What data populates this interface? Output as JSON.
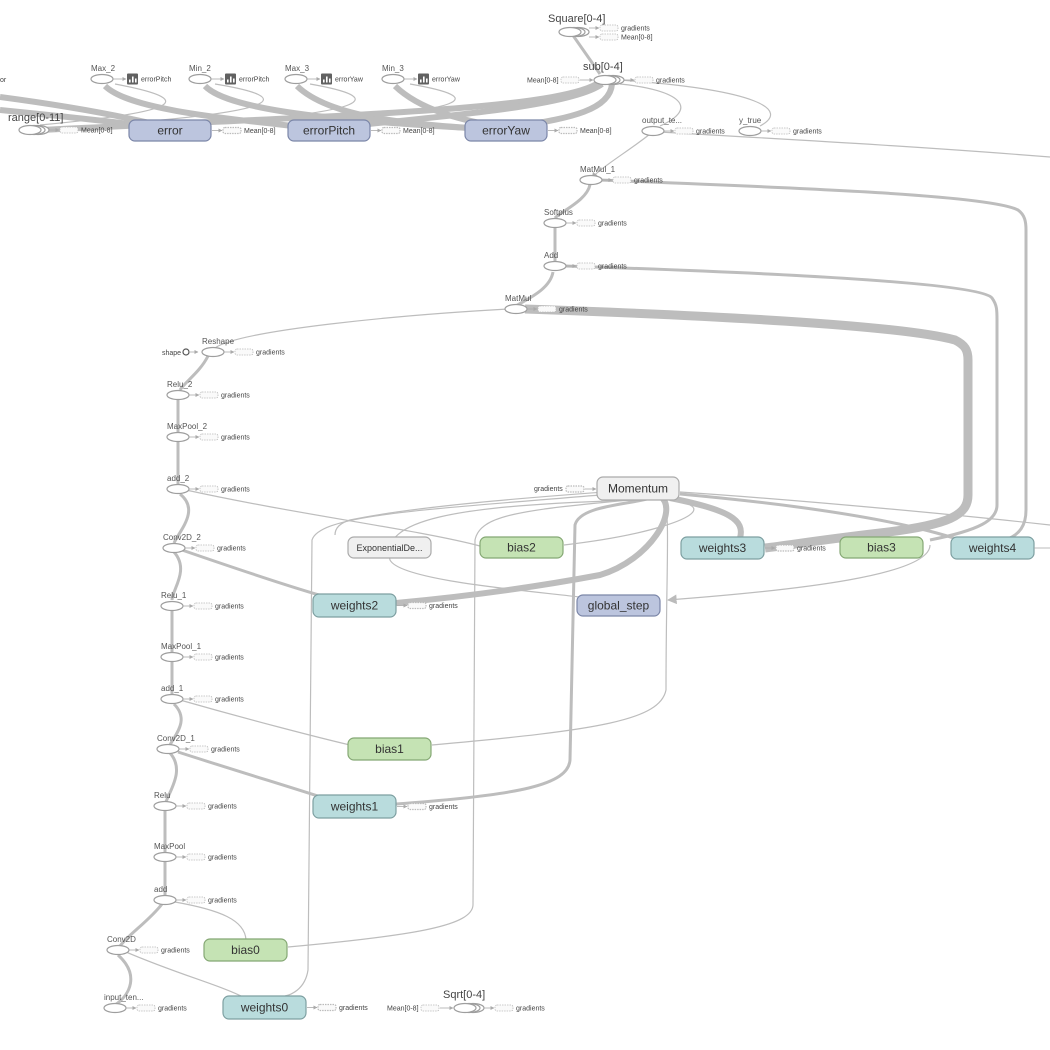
{
  "graph_title": "TensorBoard Graph",
  "colors": {
    "variable_fill": "#b9dcdd",
    "variable_stroke": "#7d9fa1",
    "bias_fill": "#c5e3b4",
    "bias_stroke": "#85a874",
    "scope_fill": "#bcc5de",
    "scope_stroke": "#7b86a8",
    "momentum_fill": "#f0f0f0",
    "momentum_stroke": "#aaaaaa",
    "edge": "#bdbdbd"
  },
  "meta_nodes": [
    {
      "id": "error",
      "label": "error",
      "kind": "scope"
    },
    {
      "id": "errorPitch",
      "label": "errorPitch",
      "kind": "scope"
    },
    {
      "id": "errorYaw",
      "label": "errorYaw",
      "kind": "scope"
    },
    {
      "id": "global_step",
      "label": "global_step",
      "kind": "scope"
    },
    {
      "id": "momentum",
      "label": "Momentum",
      "kind": "momentum"
    },
    {
      "id": "expdecay",
      "label": "ExponentialDe...",
      "kind": "momentum"
    },
    {
      "id": "bias0",
      "label": "bias0",
      "kind": "bias"
    },
    {
      "id": "bias1",
      "label": "bias1",
      "kind": "bias"
    },
    {
      "id": "bias2",
      "label": "bias2",
      "kind": "bias"
    },
    {
      "id": "bias3",
      "label": "bias3",
      "kind": "bias"
    },
    {
      "id": "weights0",
      "label": "weights0",
      "kind": "variable"
    },
    {
      "id": "weights1",
      "label": "weights1",
      "kind": "variable"
    },
    {
      "id": "weights2",
      "label": "weights2",
      "kind": "variable"
    },
    {
      "id": "weights3",
      "label": "weights3",
      "kind": "variable"
    },
    {
      "id": "weights4",
      "label": "weights4",
      "kind": "variable"
    }
  ],
  "op_nodes": [
    {
      "id": "Max_2",
      "label": "Max_2",
      "summary": "errorPitch"
    },
    {
      "id": "Min_2",
      "label": "Min_2",
      "summary": "errorPitch"
    },
    {
      "id": "Max_3",
      "label": "Max_3",
      "summary": "errorYaw"
    },
    {
      "id": "Min_3",
      "label": "Min_3",
      "summary": "errorYaw"
    },
    {
      "id": "output_te",
      "label": "output_te...",
      "aux": "gradients"
    },
    {
      "id": "y_true",
      "label": "y_true",
      "aux": "gradients"
    },
    {
      "id": "MatMul_1",
      "label": "MatMul_1",
      "aux": "gradients"
    },
    {
      "id": "Softplus",
      "label": "Softplus",
      "aux": "gradients"
    },
    {
      "id": "Add",
      "label": "Add",
      "aux": "gradients"
    },
    {
      "id": "MatMul",
      "label": "MatMul",
      "aux": "gradients"
    },
    {
      "id": "Reshape",
      "label": "Reshape",
      "aux": "gradients"
    },
    {
      "id": "Relu_2",
      "label": "Relu_2",
      "aux": "gradients"
    },
    {
      "id": "MaxPool_2",
      "label": "MaxPool_2",
      "aux": "gradients"
    },
    {
      "id": "add_2",
      "label": "add_2",
      "aux": "gradients"
    },
    {
      "id": "Conv2D_2",
      "label": "Conv2D_2",
      "aux": "gradients"
    },
    {
      "id": "Relu_1",
      "label": "Relu_1",
      "aux": "gradients"
    },
    {
      "id": "MaxPool_1",
      "label": "MaxPool_1",
      "aux": "gradients"
    },
    {
      "id": "add_1",
      "label": "add_1",
      "aux": "gradients"
    },
    {
      "id": "Conv2D_1",
      "label": "Conv2D_1",
      "aux": "gradients"
    },
    {
      "id": "Relu",
      "label": "Relu",
      "aux": "gradients"
    },
    {
      "id": "MaxPool",
      "label": "MaxPool",
      "aux": "gradients"
    },
    {
      "id": "add",
      "label": "add",
      "aux": "gradients"
    },
    {
      "id": "Conv2D",
      "label": "Conv2D",
      "aux": "gradients"
    },
    {
      "id": "input_te",
      "label": "input_ten...",
      "aux": "gradients"
    }
  ],
  "series_nodes": [
    {
      "id": "Square",
      "label": "Square[0-4]",
      "aux": [
        "gradients",
        "Mean[0-8]"
      ]
    },
    {
      "id": "sub",
      "label": "sub[0-4]",
      "aux_in": "Mean[0-8]",
      "aux": [
        "gradients"
      ]
    },
    {
      "id": "range",
      "label": "range[0-11]",
      "aux": [
        "Mean[0-8]"
      ]
    },
    {
      "id": "Sqrt",
      "label": "Sqrt[0-4]",
      "aux_in": "Mean[0-8]",
      "aux": [
        "gradients"
      ]
    }
  ],
  "misc_labels": {
    "shape": "shape",
    "cut_left": "or",
    "error_aux": "Mean[0-8]",
    "errorPitch_aux": "Mean[0-8]",
    "errorYaw_aux": "Mean[0-8]",
    "momentum_in": "gradients",
    "weights0_aux": "gradients",
    "weights1_aux": "gradients",
    "weights2_aux": "gradients",
    "weights3_aux": "gradients"
  }
}
